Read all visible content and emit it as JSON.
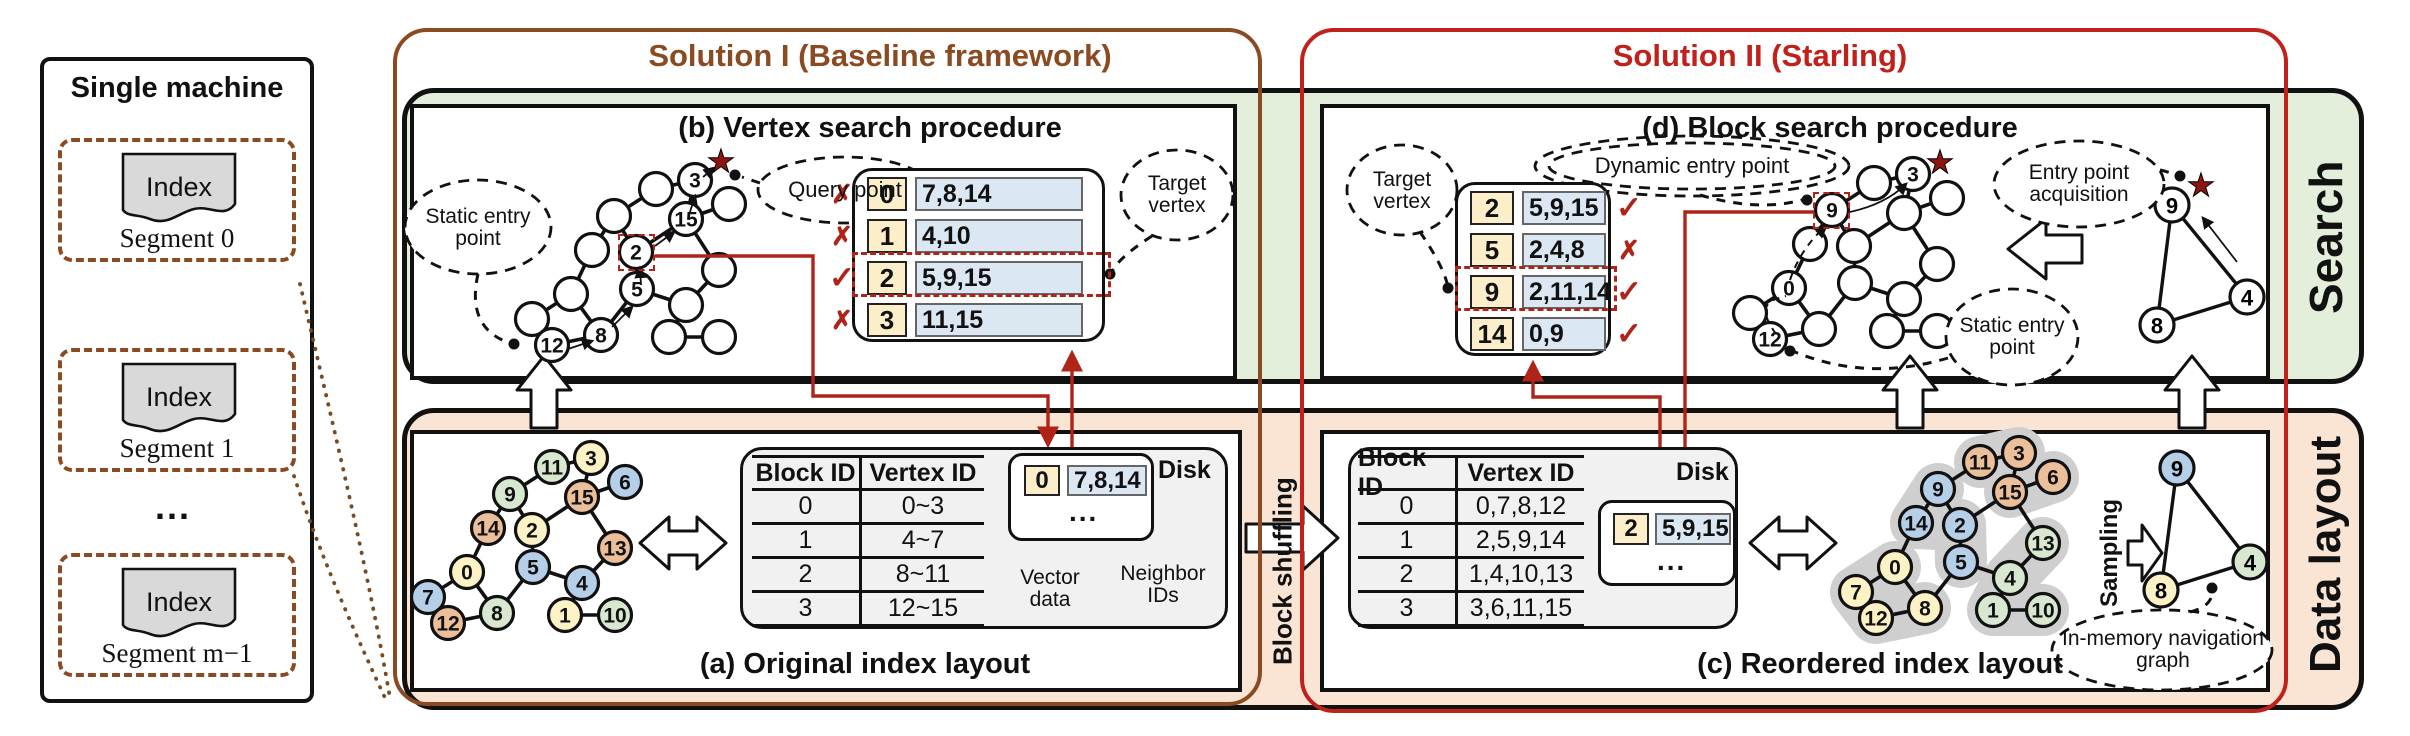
{
  "left_panel": {
    "title": "Single machine",
    "ellipsis": "...",
    "segments": [
      {
        "icon_label": "Index",
        "label": "Segment 0"
      },
      {
        "icon_label": "Index",
        "label": "Segment 1"
      },
      {
        "icon_label": "Index",
        "label": "Segment m−1"
      }
    ]
  },
  "solutions": {
    "one": {
      "title": "Solution I (Baseline framework)"
    },
    "two": {
      "title": "Solution II (Starling)"
    }
  },
  "side_tabs": {
    "search": "Search",
    "data_layout": "Data layout"
  },
  "between": {
    "block_shuffling": "Block shuffling"
  },
  "icons": {
    "check": "✓",
    "cross": "✗",
    "star": "★"
  },
  "panel_b": {
    "title": "(b) Vertex search procedure",
    "callouts": {
      "static_entry": "Static entry point",
      "query_point": "Query point",
      "target_vertex": "Target vertex"
    },
    "block_list": [
      {
        "id": "0",
        "neighbors": "7,8,14",
        "mark": "cross",
        "highlight": false
      },
      {
        "id": "1",
        "neighbors": "4,10",
        "mark": "cross",
        "highlight": false
      },
      {
        "id": "2",
        "neighbors": "5,9,15",
        "mark": "check",
        "highlight": true
      },
      {
        "id": "3",
        "neighbors": "11,15",
        "mark": "cross",
        "highlight": false
      }
    ]
  },
  "panel_d": {
    "title": "(d) Block search procedure",
    "callouts": {
      "target_vertex": "Target vertex",
      "dynamic_entry": "Dynamic entry point",
      "static_entry": "Static entry point",
      "entry_acquisition": "Entry point acquisition"
    },
    "block_list": [
      {
        "id": "2",
        "neighbors": "5,9,15",
        "mark": "check",
        "highlight": false
      },
      {
        "id": "5",
        "neighbors": "2,4,8",
        "mark": "cross",
        "highlight": false
      },
      {
        "id": "9",
        "neighbors": "2,11,14",
        "mark": "check",
        "highlight": true
      },
      {
        "id": "14",
        "neighbors": "0,9",
        "mark": "check",
        "highlight": false
      }
    ]
  },
  "panel_a": {
    "caption": "(a) Original index layout",
    "disk_label": "Disk",
    "table": {
      "headers": [
        "Block ID",
        "Vertex ID"
      ],
      "rows": [
        [
          "0",
          "0~3"
        ],
        [
          "1",
          "4~7"
        ],
        [
          "2",
          "8~11"
        ],
        [
          "3",
          "12~15"
        ]
      ]
    },
    "disk_block": {
      "id": "0",
      "neighbors": "7,8,14",
      "more": "..."
    },
    "callouts": {
      "vector_data": "Vector data",
      "neighbor_ids": "Neighbor IDs"
    }
  },
  "panel_c": {
    "caption": "(c) Reordered index layout",
    "disk_label": "Disk",
    "table": {
      "headers": [
        "Block ID",
        "Vertex ID"
      ],
      "rows": [
        [
          "0",
          "0,7,8,12"
        ],
        [
          "1",
          "2,5,9,14"
        ],
        [
          "2",
          "1,4,10,13"
        ],
        [
          "3",
          "3,6,11,15"
        ]
      ]
    },
    "disk_block": {
      "id": "2",
      "neighbors": "5,9,15",
      "more": "..."
    },
    "labels": {
      "sampling": "Sampling",
      "in_memory": "In-memory navigation graph"
    }
  },
  "graph": {
    "node_ids": [
      0,
      1,
      2,
      3,
      4,
      5,
      6,
      7,
      8,
      9,
      10,
      11,
      12,
      13,
      14,
      15
    ],
    "edges": [
      [
        3,
        11
      ],
      [
        3,
        15
      ],
      [
        11,
        9
      ],
      [
        9,
        2
      ],
      [
        9,
        14
      ],
      [
        15,
        6
      ],
      [
        15,
        2
      ],
      [
        15,
        13
      ],
      [
        2,
        5
      ],
      [
        14,
        0
      ],
      [
        0,
        7
      ],
      [
        0,
        8
      ],
      [
        7,
        12
      ],
      [
        12,
        8
      ],
      [
        8,
        5
      ],
      [
        5,
        4
      ],
      [
        4,
        13
      ],
      [
        4,
        1
      ],
      [
        1,
        10
      ]
    ],
    "original_blocks": {
      "0": [
        0,
        1,
        2,
        3
      ],
      "1": [
        4,
        5,
        6,
        7
      ],
      "2": [
        8,
        9,
        10,
        11
      ],
      "3": [
        12,
        13,
        14,
        15
      ]
    },
    "reordered_blocks": {
      "0": [
        0,
        7,
        8,
        12
      ],
      "1": [
        2,
        5,
        9,
        14
      ],
      "2": [
        1,
        4,
        10,
        13
      ],
      "3": [
        3,
        6,
        11,
        15
      ]
    },
    "block_colors": {
      "0": "#fdf2c5",
      "1": "#b5cfe8",
      "2": "#d8e8d0",
      "3": "#ecbf9b"
    },
    "panel_b_labeled": [
      12,
      8,
      5,
      2,
      15,
      3
    ],
    "panel_d_labeled": [
      12,
      0,
      9,
      3
    ],
    "nav_nodes": [
      "9",
      "8",
      "4"
    ]
  },
  "colors": {
    "solution1": "#8a4a22",
    "solution2": "#c0211b",
    "red_accent": "#b02318",
    "band_search": "#e4efdb",
    "band_data": "#fae5d5",
    "id_cell": "#fbeec8",
    "list_cell": "#dbe7f3",
    "gray_fill": "#f1f1f1",
    "blob": "#cfcfcf"
  }
}
